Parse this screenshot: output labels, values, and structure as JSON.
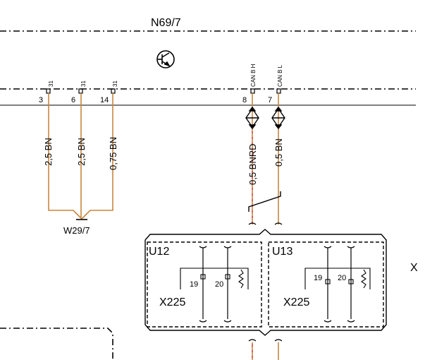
{
  "colors": {
    "brown": "#c8853f",
    "red": "#d9283c",
    "black": "#000000"
  },
  "module": {
    "name": "N69/7"
  },
  "icons": {
    "transistor": "transistor-icon"
  },
  "pins": {
    "p3": {
      "number": "3",
      "signal": "31"
    },
    "p6": {
      "number": "6",
      "signal": "31"
    },
    "p14": {
      "number": "14",
      "signal": "31"
    },
    "p8": {
      "number": "8",
      "signal": "CAN B H"
    },
    "p7": {
      "number": "7",
      "signal": "CAN B L"
    }
  },
  "wires": {
    "w3": {
      "spec": "2,5 BN"
    },
    "w6": {
      "spec": "2,5 BN"
    },
    "w14": {
      "spec": "0,75 BN"
    },
    "w8": {
      "spec": "0,5 BNRD"
    },
    "w7": {
      "spec": "0,5 BN"
    }
  },
  "ground_point": {
    "name": "W29/7"
  },
  "splices": {
    "u12": {
      "name": "U12",
      "connector": "X225",
      "pin_a": "19",
      "pin_b": "20"
    },
    "u13": {
      "name": "U13",
      "connector": "X225",
      "pin_a": "19",
      "pin_b": "20"
    }
  },
  "edge_marker": {
    "label": "X"
  }
}
